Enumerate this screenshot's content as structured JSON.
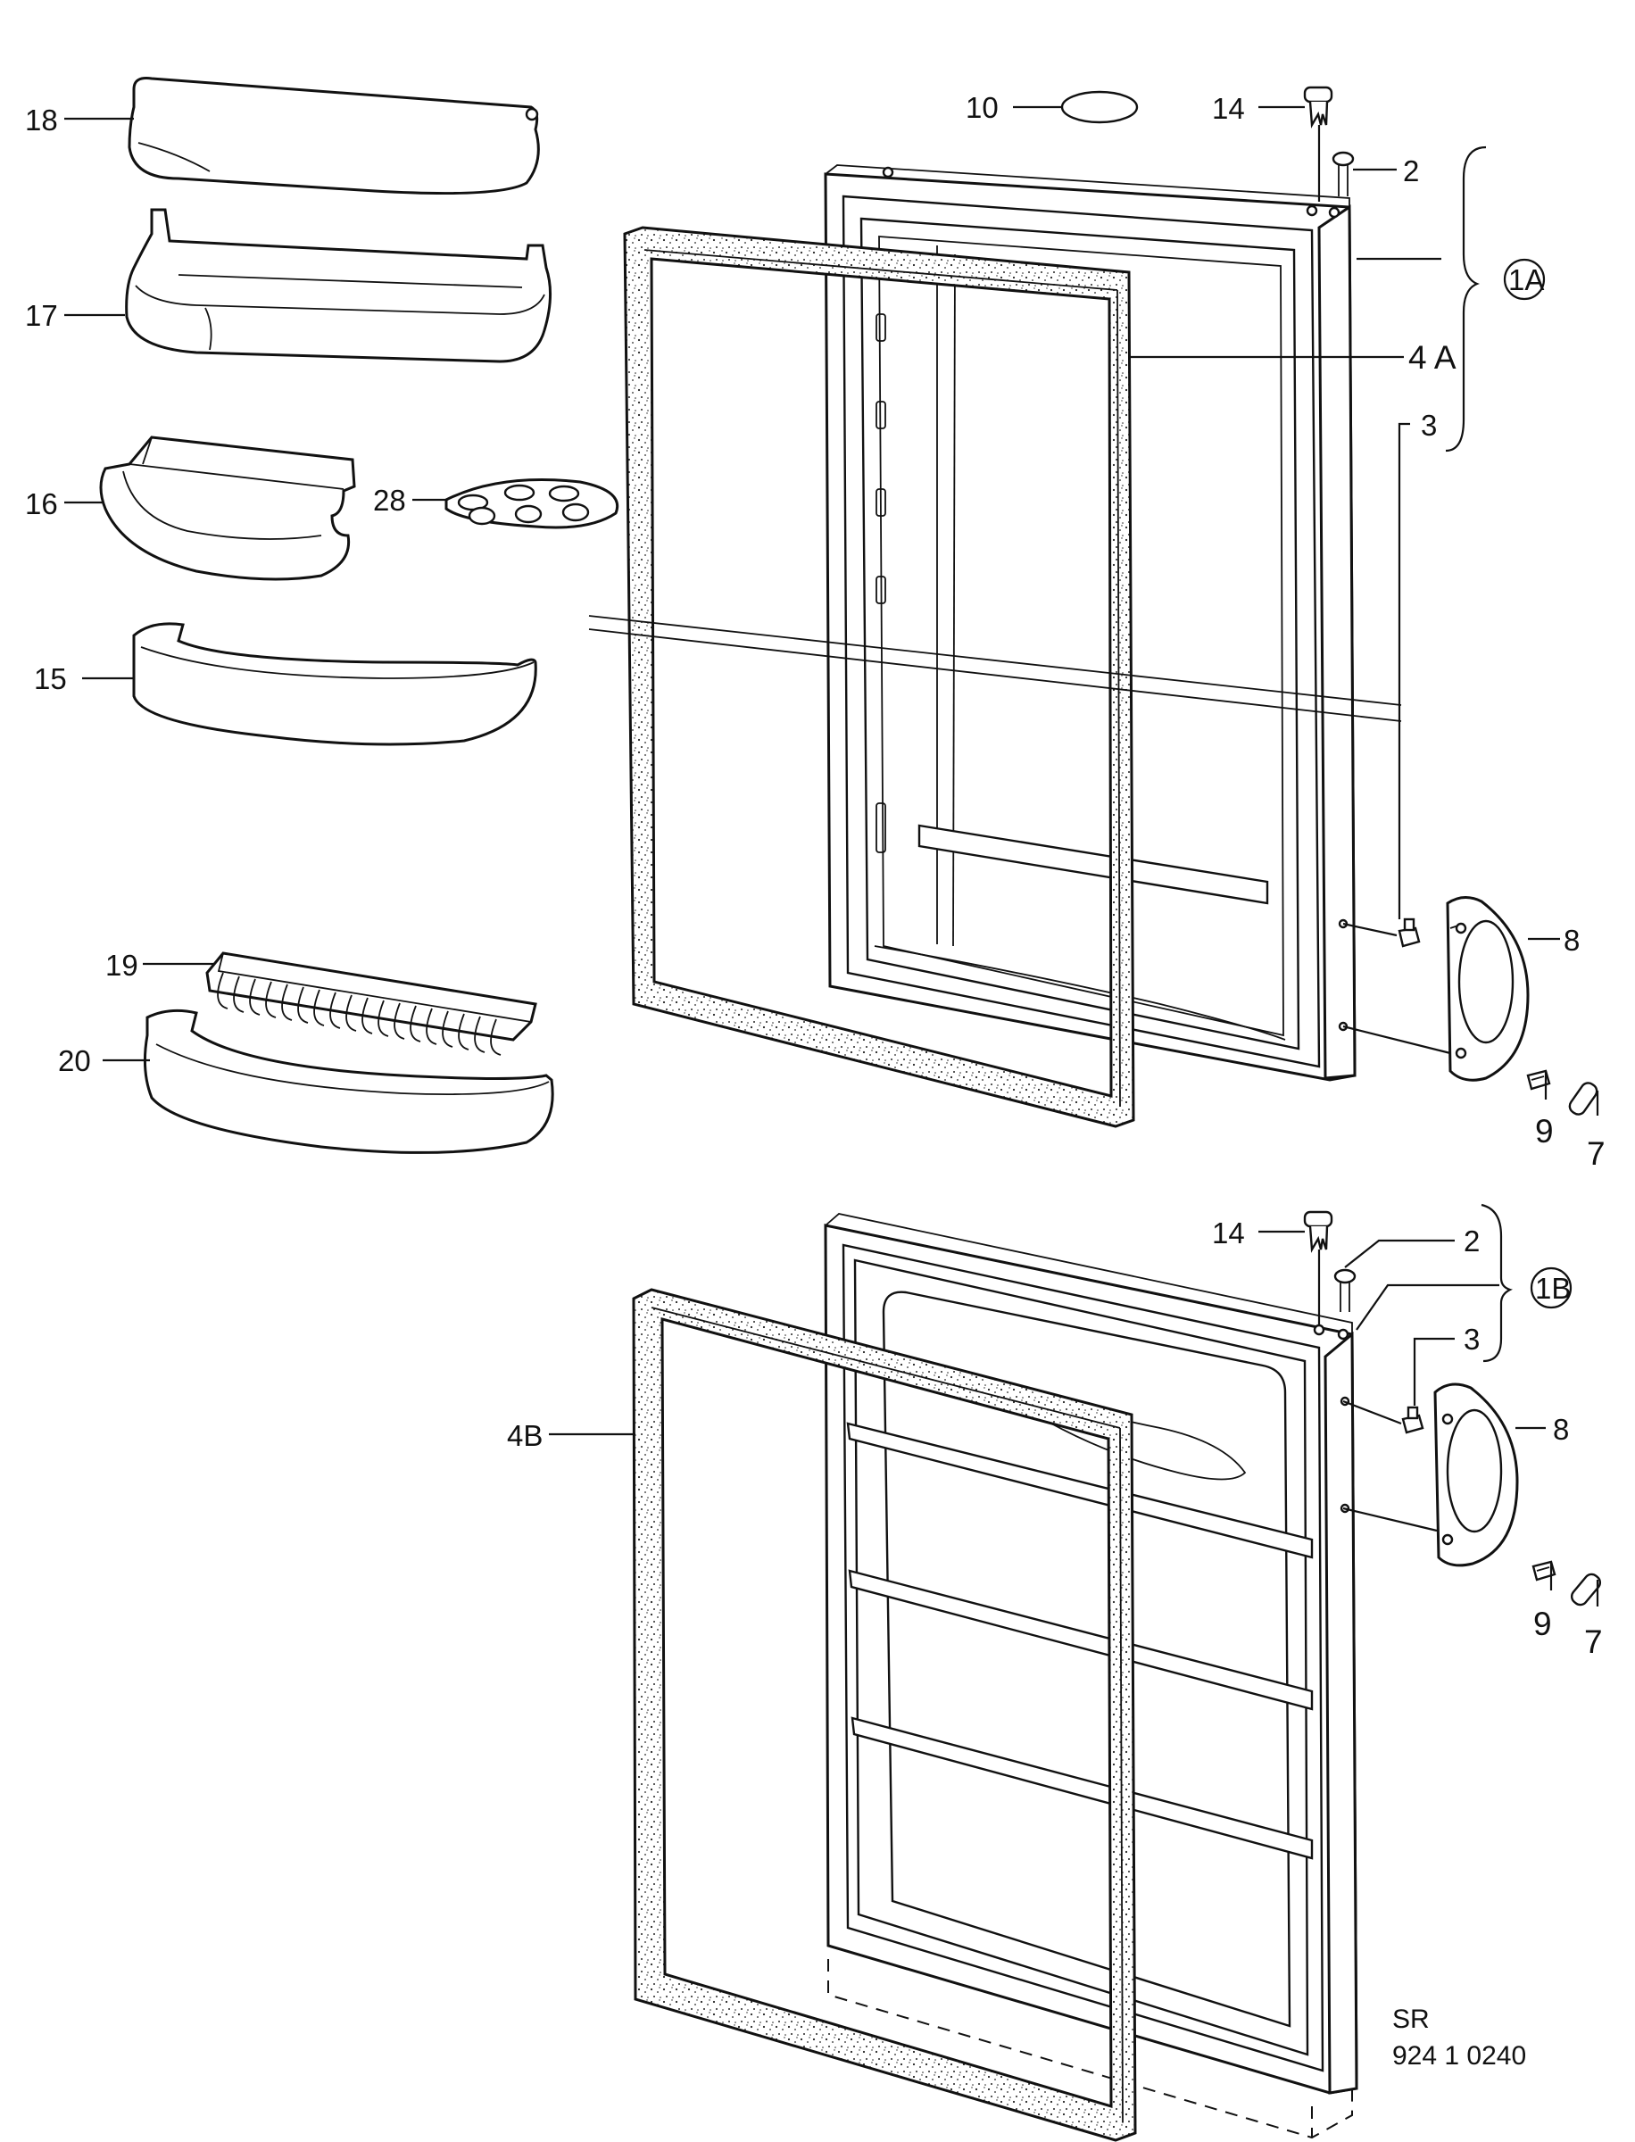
{
  "labels": {
    "l18": "18",
    "l17": "17",
    "l16": "16",
    "l28": "28",
    "l15": "15",
    "l19": "19",
    "l20": "20",
    "l10": "10",
    "l14a": "14",
    "l2a": "2",
    "l1a": "1A",
    "l4a": "4 A",
    "l3a": "3",
    "l8a": "8",
    "l9a": "9",
    "l7a": "7",
    "l14b": "14",
    "l2b": "2",
    "l1b": "1B",
    "l3b": "3",
    "l4b": "4B",
    "l8b": "8",
    "l9b": "9",
    "l7b": "7"
  },
  "drawing_code": {
    "line1": "SR",
    "line2": "924 1 0240"
  }
}
